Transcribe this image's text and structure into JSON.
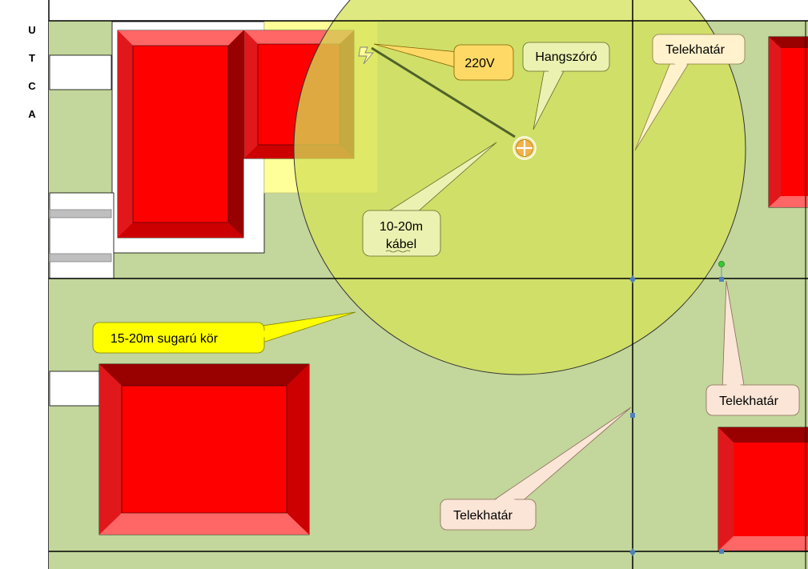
{
  "street": {
    "letters": [
      "U",
      "T",
      "C",
      "A"
    ]
  },
  "callouts": {
    "power": "220V",
    "speaker": "Hangszóró",
    "boundary_top": "Telekhatár",
    "cable_line1": "10-20m",
    "cable_line2": "kábel",
    "radius": "15-20m sugarú kör",
    "boundary_right": "Telekhatár",
    "boundary_bottom": "Telekhatár"
  },
  "colors": {
    "lawn": "#c3d69b",
    "roof_main": "#ff0000",
    "roof_light": "#ff6666",
    "roof_mid": "#e0181c",
    "roof_dark": "#990000",
    "coverage": "#d4e157",
    "highlight_zone": "#ffff99",
    "callout_yellow": "#ffff00",
    "callout_orange": "#ffd966",
    "callout_green": "#ebf1b0",
    "callout_peach": "#fbe5d6",
    "callout_cream": "#fff2cc",
    "line": "#000000"
  },
  "icons": {
    "speaker": "speaker-icon",
    "power": "lightning-icon"
  }
}
